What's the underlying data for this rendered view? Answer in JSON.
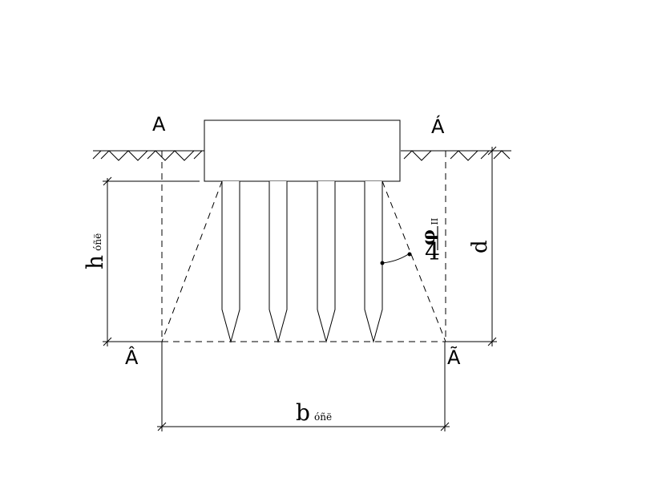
{
  "labels": {
    "corner_top_left": "A",
    "corner_top_right": "Á",
    "corner_bottom_left": "Â",
    "corner_bottom_right": "Ã",
    "height": {
      "main": "h",
      "sub": "óñë"
    },
    "width": {
      "main": "b",
      "sub": "óñë"
    },
    "depth": "d",
    "angle": {
      "numerator": "φ",
      "subscript": "II",
      "denominator": "4"
    }
  },
  "colors": {
    "line": "#000000",
    "background": "#ffffff"
  }
}
